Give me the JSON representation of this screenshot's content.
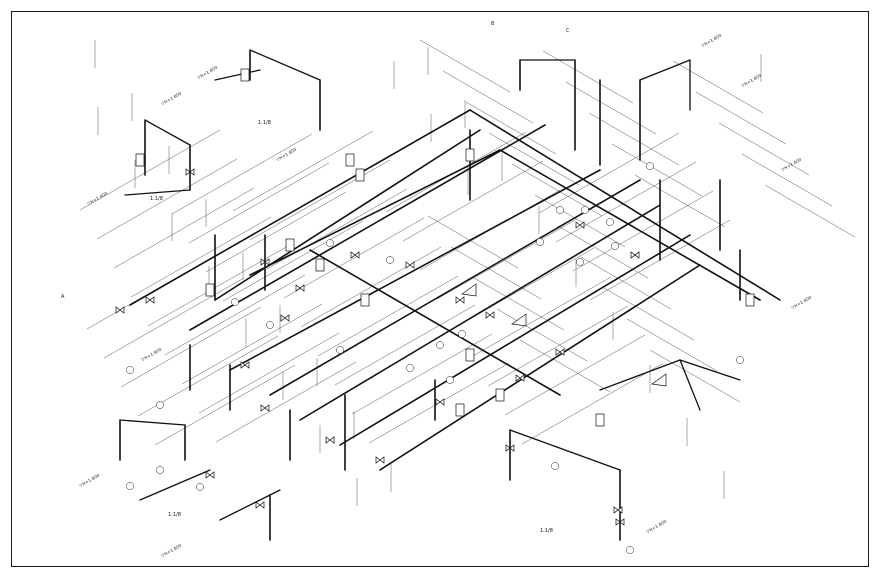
{
  "drawing": {
    "colors": {
      "line": "#111111",
      "dim": "#444444",
      "paper": "#ffffff"
    }
  },
  "view_labels": [
    {
      "id": "v1",
      "text": "1:1/8"
    },
    {
      "id": "v2",
      "text": "1:1/8"
    },
    {
      "id": "v3",
      "text": "1:1/8"
    },
    {
      "id": "v4",
      "text": "1:1/8"
    }
  ],
  "elevation_labels": [
    "▽H+1.800",
    "▽H+1.800",
    "▽H+1.800",
    "▽H+1.800",
    "▽H+1.800",
    "▽H+1.800",
    "▽H+1.800",
    "▽H+1.800",
    "▽H+1.800",
    "▽H+1.800",
    "▽H+1.800",
    "▽H+1.800"
  ],
  "grid_markers": [
    "A",
    "B",
    "C"
  ]
}
